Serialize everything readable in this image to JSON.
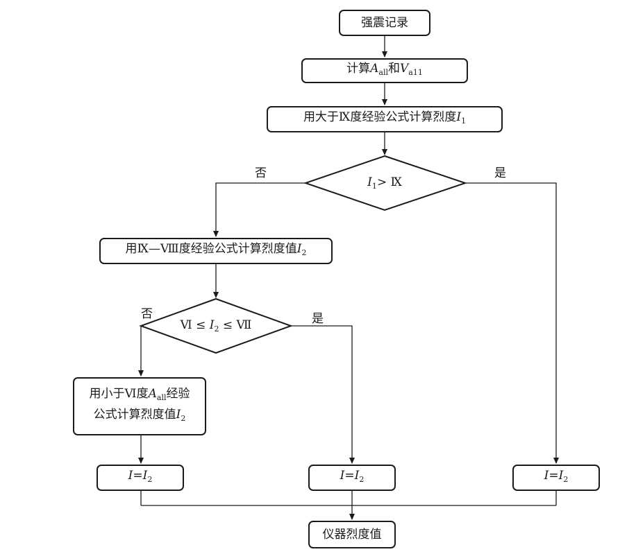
{
  "nodes": {
    "start": {
      "text": "强震记录"
    },
    "calc": {
      "prefix": "计算",
      "a": "A",
      "a_sub": "all",
      "mid": "和",
      "v": "V",
      "v_sub": "a11"
    },
    "calc_i1": {
      "prefix": "用大于Ⅸ度经验公式计算烈度",
      "var": "I",
      "var_sub": "1"
    },
    "dec1": {
      "var": "I",
      "var_sub": "1",
      "rest": "> Ⅸ"
    },
    "calc_i2_mid": {
      "prefix": "用Ⅸ—Ⅷ度经验公式计算烈度值",
      "var": "I",
      "var_sub": "2"
    },
    "dec2": {
      "left": "Ⅵ ≤ ",
      "var": "I",
      "var_sub": "2",
      "right": " ≤ Ⅶ"
    },
    "calc_i2_low": {
      "line1_prefix": "用小于Ⅵ度",
      "a": "A",
      "a_sub": "all",
      "line1_suffix": "经验",
      "line2_prefix": "公式计算烈度值",
      "var": "I",
      "var_sub": "2"
    },
    "assign_left": {
      "lhs": "I",
      "eq": "=",
      "rhs": "I",
      "rhs_sub": "2"
    },
    "assign_mid": {
      "lhs": "I",
      "eq": "=",
      "rhs": "I",
      "rhs_sub": "2"
    },
    "assign_right": {
      "lhs": "I",
      "eq": "=",
      "rhs": "I",
      "rhs_sub": "2"
    },
    "end": {
      "text": "仪器烈度值"
    }
  },
  "edge_labels": {
    "dec1_no": "否",
    "dec1_yes": "是",
    "dec2_no": "否",
    "dec2_yes": "是"
  }
}
